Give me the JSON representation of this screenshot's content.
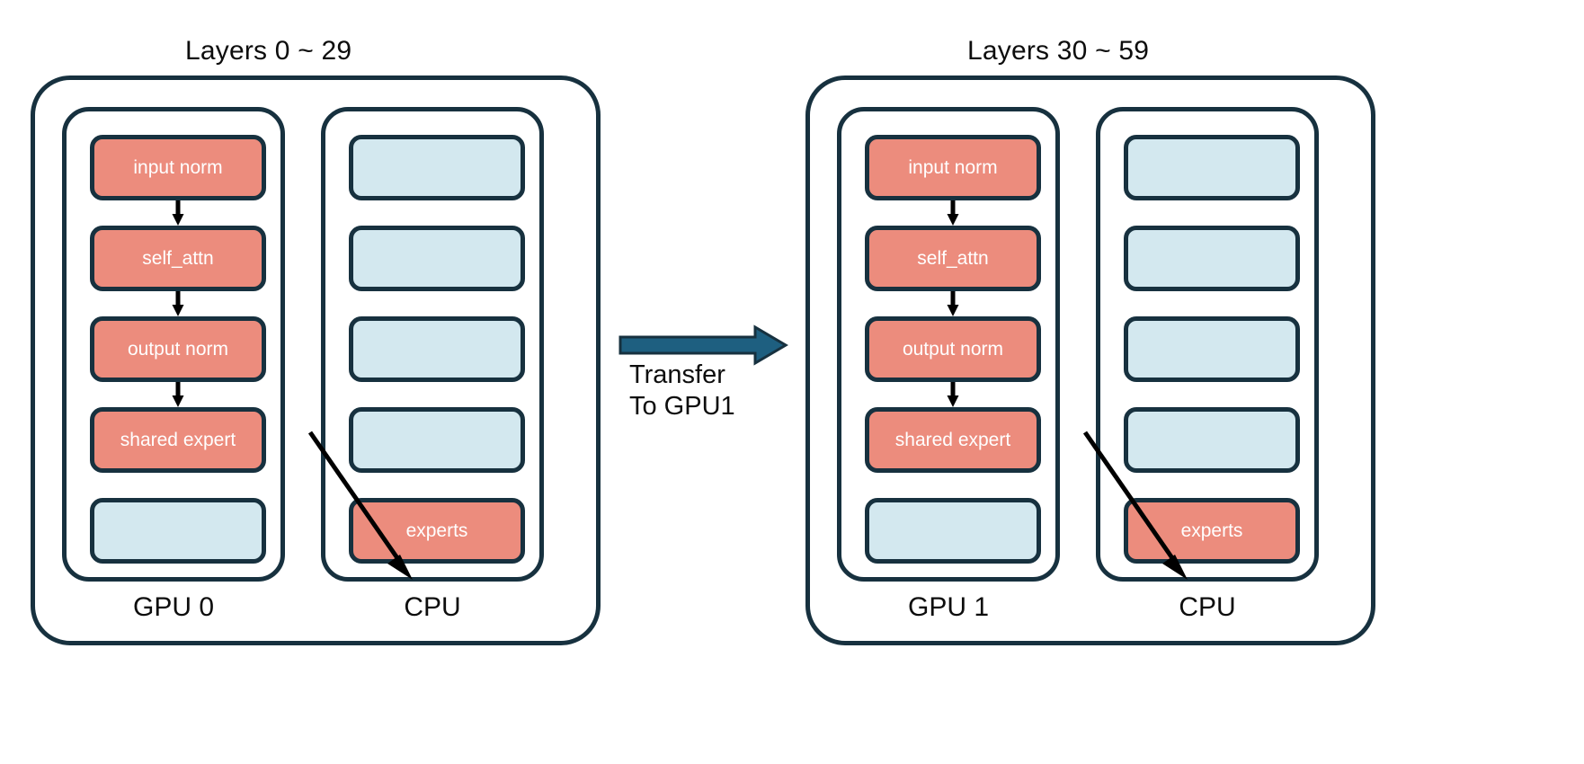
{
  "diagram": {
    "title_left": "Layers 0 ~ 29",
    "title_right": "Layers 30 ~ 59",
    "colors": {
      "stroke": "#17313f",
      "active_block": "#ec8c7d",
      "idle_block": "#d3e8ef",
      "transfer_arrow": "#1e5f80",
      "flow_arrow": "#000000",
      "background": "#ffffff",
      "text": "#0d0d0d",
      "block_text": "#ffffff"
    },
    "groups": [
      {
        "id": "left",
        "title": "Layers 0 ~ 29",
        "columns": [
          {
            "id": "gpu0",
            "label": "GPU 0",
            "blocks": [
              {
                "label": "input norm",
                "state": "active"
              },
              {
                "label": "self_attn",
                "state": "active"
              },
              {
                "label": "output norm",
                "state": "active"
              },
              {
                "label": "shared expert",
                "state": "active"
              },
              {
                "label": "",
                "state": "idle"
              }
            ]
          },
          {
            "id": "cpu0",
            "label": "CPU",
            "blocks": [
              {
                "label": "",
                "state": "idle"
              },
              {
                "label": "",
                "state": "idle"
              },
              {
                "label": "",
                "state": "idle"
              },
              {
                "label": "",
                "state": "idle"
              },
              {
                "label": "experts",
                "state": "active"
              }
            ]
          }
        ]
      },
      {
        "id": "right",
        "title": "Layers 30 ~ 59",
        "columns": [
          {
            "id": "gpu1",
            "label": "GPU 1",
            "blocks": [
              {
                "label": "input norm",
                "state": "active"
              },
              {
                "label": "self_attn",
                "state": "active"
              },
              {
                "label": "output norm",
                "state": "active"
              },
              {
                "label": "shared expert",
                "state": "active"
              },
              {
                "label": "",
                "state": "idle"
              }
            ]
          },
          {
            "id": "cpu1",
            "label": "CPU",
            "blocks": [
              {
                "label": "",
                "state": "idle"
              },
              {
                "label": "",
                "state": "idle"
              },
              {
                "label": "",
                "state": "idle"
              },
              {
                "label": "",
                "state": "idle"
              },
              {
                "label": "experts",
                "state": "active"
              }
            ]
          }
        ]
      }
    ],
    "transfer": {
      "label": "Transfer\nTo GPU1"
    }
  }
}
